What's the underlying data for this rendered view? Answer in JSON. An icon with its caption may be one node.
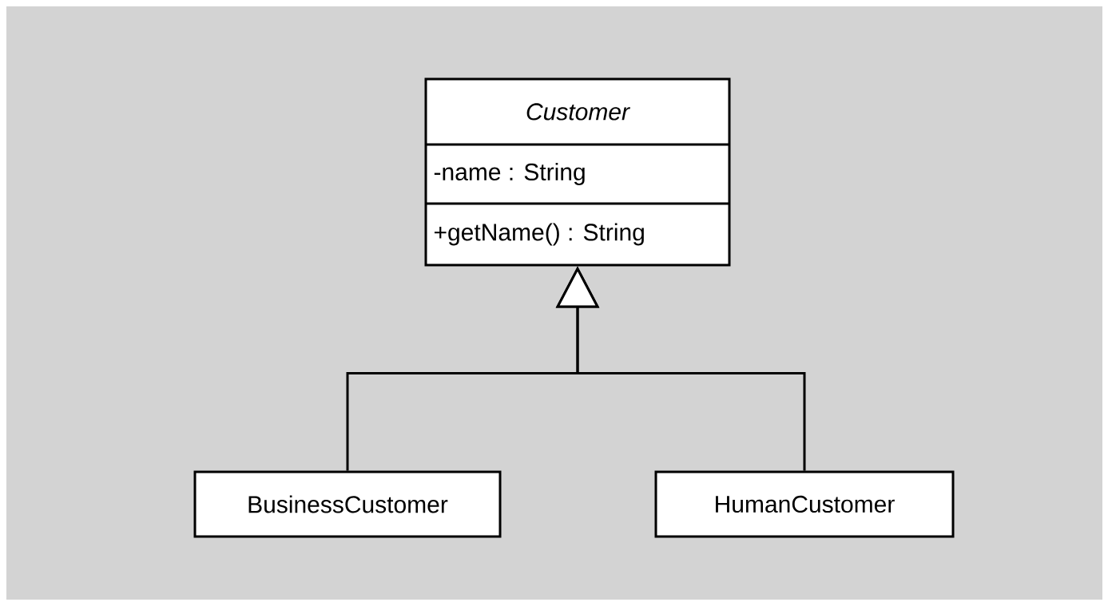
{
  "diagram": {
    "nodes": [
      {
        "text": [
          "Customer",
          "-name : String",
          "+getName() : String"
        ]
      },
      {
        "text": [
          "BusinessCustomer"
        ]
      },
      {
        "text": [
          "HumanCustomer"
        ]
      }
    ],
    "edges": [
      {
        "from": 1,
        "to": 0,
        "arrow": "to"
      },
      {
        "from": 2,
        "to": 0,
        "arrow": "to"
      }
    ]
  }
}
